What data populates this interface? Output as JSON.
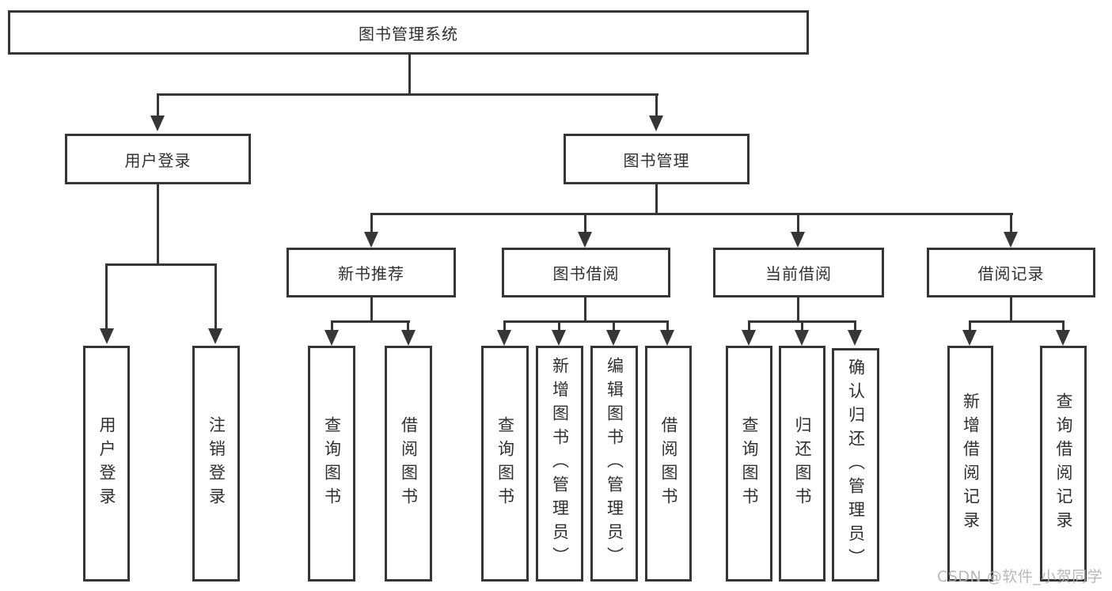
{
  "diagram_title": "图书管理系统",
  "nodes": {
    "root": "图书管理系统",
    "user_login": "用户登录",
    "book_mgmt": "图书管理",
    "new_book": "新书推荐",
    "borrow": "图书借阅",
    "current": "当前借阅",
    "records": "借阅记录",
    "leaf_user_login": "用户登录",
    "leaf_logout": "注销登录",
    "leaf_nb_query": "查询图书",
    "leaf_nb_borrow": "借阅图书",
    "leaf_bb_query": "查询图书",
    "leaf_bb_add": "新增图书（管理员）",
    "leaf_bb_edit": "编辑图书（管理员）",
    "leaf_bb_borrow": "借阅图书",
    "leaf_cb_query": "查询图书",
    "leaf_cb_return": "归还图书",
    "leaf_cb_confirm": "确认归还（管理员）",
    "leaf_br_add": "新增借阅记录",
    "leaf_br_query": "查询借阅记录"
  },
  "tree": {
    "root": [
      "user_login",
      "book_mgmt"
    ],
    "user_login": [
      "leaf_user_login",
      "leaf_logout"
    ],
    "book_mgmt": [
      "new_book",
      "borrow",
      "current",
      "records"
    ],
    "new_book": [
      "leaf_nb_query",
      "leaf_nb_borrow"
    ],
    "borrow": [
      "leaf_bb_query",
      "leaf_bb_add",
      "leaf_bb_edit",
      "leaf_bb_borrow"
    ],
    "current": [
      "leaf_cb_query",
      "leaf_cb_return",
      "leaf_cb_confirm"
    ],
    "records": [
      "leaf_br_add",
      "leaf_br_query"
    ]
  },
  "watermark": "CSDN @软件_小贺同学",
  "colors": {
    "line": "#363636",
    "text": "#303030",
    "background": "#ffffff",
    "watermark": "#b2b2b2"
  }
}
